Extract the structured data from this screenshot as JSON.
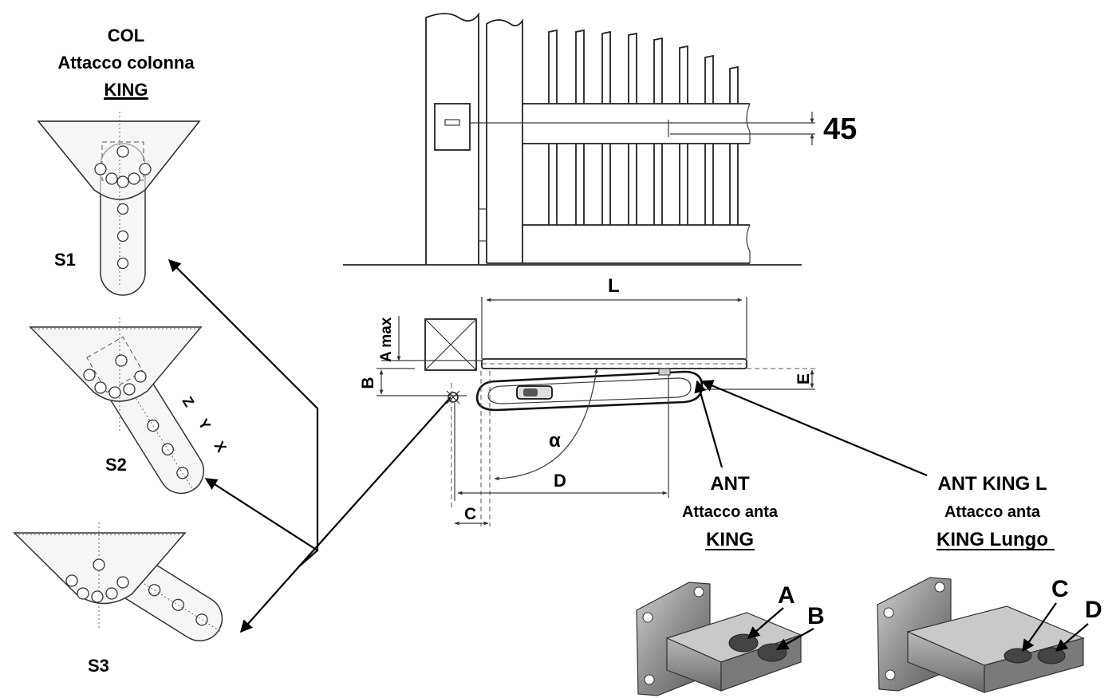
{
  "col_block": {
    "code": "COL",
    "description": "Attacco colonna",
    "model": "KING"
  },
  "bracket_labels": {
    "s1": "S1",
    "s2": "S2",
    "s3": "S3",
    "s2_hole_z": "Z",
    "s2_hole_y": "Y",
    "s2_hole_x": "X"
  },
  "gate_dimension": "45",
  "install_dimensions": {
    "l": "L",
    "a_max": "A max",
    "b": "B",
    "e": "E",
    "alpha": "α",
    "d": "D",
    "c": "C"
  },
  "ant_block": {
    "code": "ANT",
    "description": "Attacco anta",
    "model": "KING",
    "hole_a": "A",
    "hole_b": "B"
  },
  "ant_king_l_block": {
    "code": "ANT KING L",
    "description": "Attacco anta",
    "model": "KING Lungo",
    "hole_c": "C",
    "hole_d": "D"
  }
}
